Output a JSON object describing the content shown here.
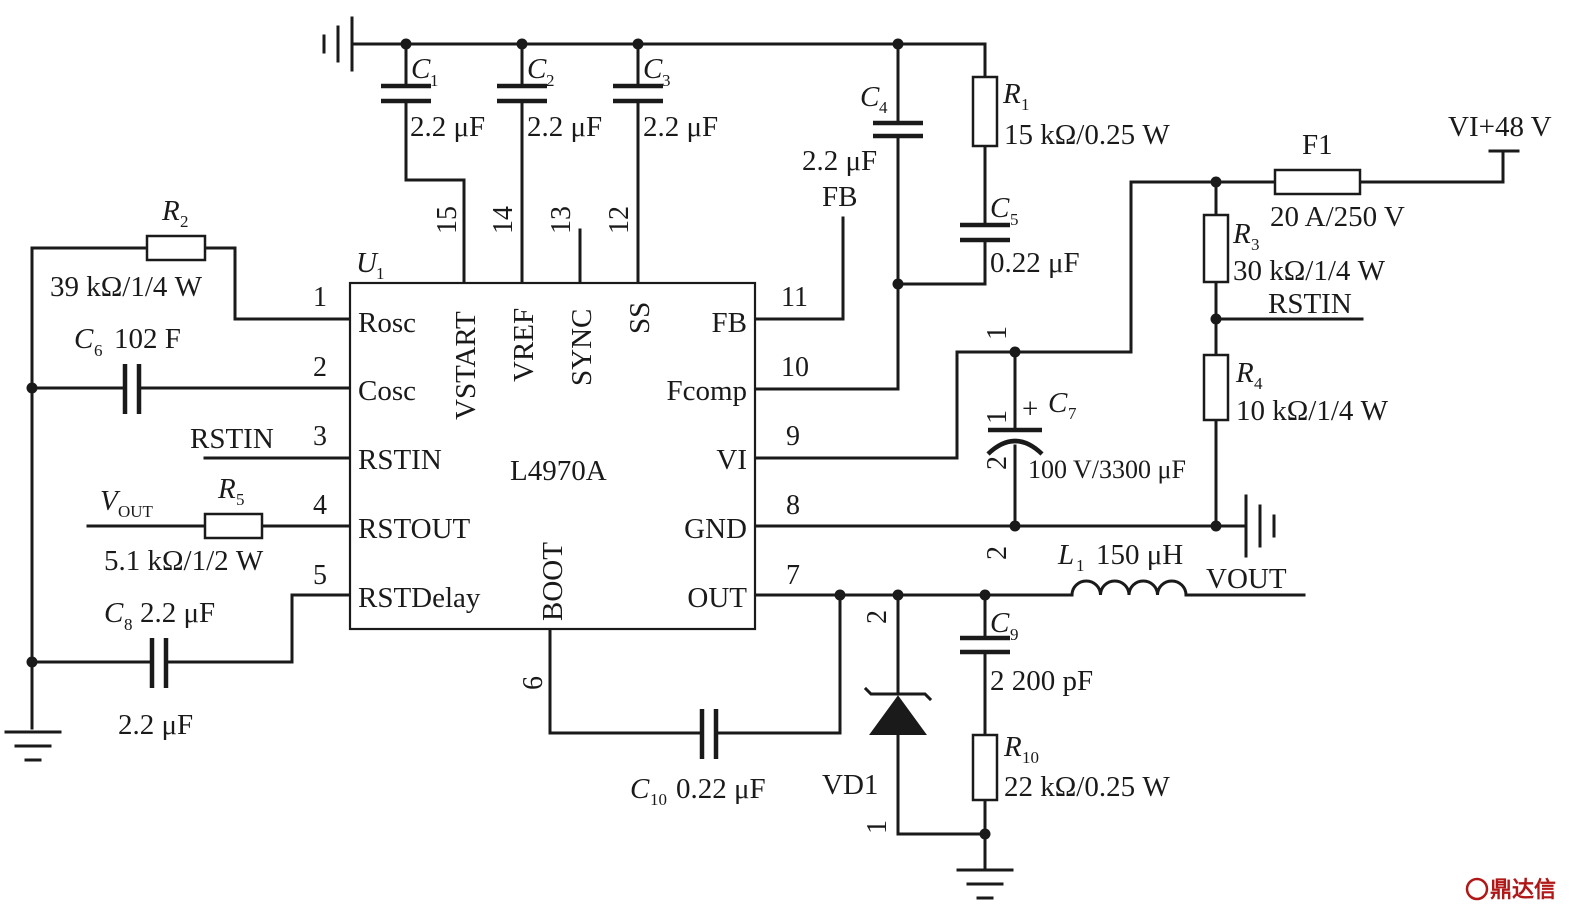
{
  "ic": {
    "designator": "U",
    "designator_sub": "1",
    "part": "L4970A",
    "pins_left": [
      {
        "num": "1",
        "name": "Rosc"
      },
      {
        "num": "2",
        "name": "Cosc"
      },
      {
        "num": "3",
        "name": "RSTIN"
      },
      {
        "num": "4",
        "name": "RSTOUT"
      },
      {
        "num": "5",
        "name": "RSTDelay"
      }
    ],
    "pins_top": [
      {
        "num": "15",
        "name": "VSTART"
      },
      {
        "num": "14",
        "name": "VREF"
      },
      {
        "num": "13",
        "name": "SYNC"
      },
      {
        "num": "12",
        "name": "SS"
      }
    ],
    "pins_right": [
      {
        "num": "11",
        "name": "FB"
      },
      {
        "num": "10",
        "name": "Fcomp"
      },
      {
        "num": "9",
        "name": "VI"
      },
      {
        "num": "8",
        "name": "GND"
      },
      {
        "num": "7",
        "name": "OUT"
      }
    ],
    "pin_bottom": {
      "num": "6",
      "name": "BOOT"
    }
  },
  "components": {
    "c1": {
      "ref": "C",
      "sub": "1",
      "value": "2.2 μF"
    },
    "c2": {
      "ref": "C",
      "sub": "2",
      "value": "2.2 μF"
    },
    "c3": {
      "ref": "C",
      "sub": "3",
      "value": "2.2 μF"
    },
    "c4": {
      "ref": "C",
      "sub": "4",
      "value": "2.2 μF"
    },
    "c5": {
      "ref": "C",
      "sub": "5",
      "value": "0.22 μF"
    },
    "c6": {
      "ref": "C",
      "sub": "6",
      "value": "102 F"
    },
    "c7": {
      "ref": "C",
      "sub": "7",
      "value": "100 V/3300 μF",
      "plus": "+",
      "pin1": "1",
      "pin2": "2"
    },
    "c8": {
      "ref": "C",
      "sub": "8",
      "value": "2.2 μF",
      "value2": "2.2 μF"
    },
    "c9": {
      "ref": "C",
      "sub": "9",
      "value": "2 200 pF"
    },
    "c10": {
      "ref": "C",
      "sub": "10",
      "value": "0.22 μF"
    },
    "r1": {
      "ref": "R",
      "sub": "1",
      "value": "15 kΩ/0.25 W"
    },
    "r2": {
      "ref": "R",
      "sub": "2",
      "value": "39 kΩ/1/4 W"
    },
    "r3": {
      "ref": "R",
      "sub": "3",
      "value": "30 kΩ/1/4 W"
    },
    "r4": {
      "ref": "R",
      "sub": "4",
      "value": "10 kΩ/1/4 W"
    },
    "r5": {
      "ref": "R",
      "sub": "5",
      "value": "5.1 kΩ/1/2 W"
    },
    "r10": {
      "ref": "R",
      "sub": "10",
      "value": "22 kΩ/0.25 W"
    },
    "l1": {
      "ref": "L",
      "sub": "1",
      "value": "150 μH"
    },
    "f1": {
      "ref": "F1",
      "value": "20 A/250 V"
    },
    "vd1": {
      "ref": "VD1",
      "pin1": "1",
      "pin2": "2"
    }
  },
  "nets": {
    "vin": "VI+48 V",
    "rstin_right": "RSTIN",
    "rstin_left": "RSTIN",
    "vout": "VOUT",
    "fb": "FB",
    "vout_in_main": "V",
    "vout_in_sub": "OUT",
    "c7_net_pin1": "1",
    "c7_net_pin2": "2"
  },
  "watermark": "鼎达信"
}
